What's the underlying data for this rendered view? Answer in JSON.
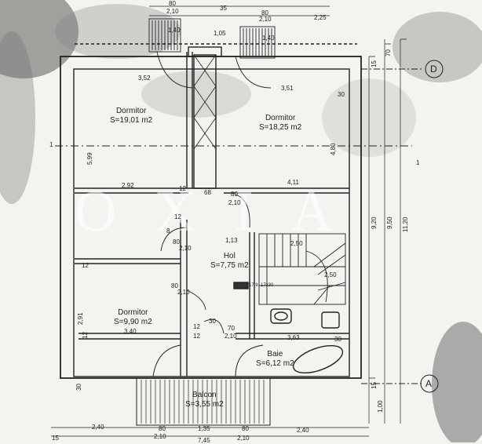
{
  "watermark": "OXIA",
  "rooms": {
    "dormitor_nw": {
      "name": "Dormitor",
      "area": "S=19,01 m2"
    },
    "dormitor_ne": {
      "name": "Dormitor",
      "area": "S=18,25 m2"
    },
    "hol": {
      "name": "Hol",
      "area": "S=7,75 m2"
    },
    "dormitor_sw": {
      "name": "Dormitor",
      "area": "S=9,90 m2"
    },
    "baie": {
      "name": "Baie",
      "area": "S=6,12 m2"
    },
    "balcon": {
      "name": "Balcon",
      "area": "S=3,55 m2"
    }
  },
  "top_dims": {
    "row1": [
      "80",
      "35",
      "80"
    ],
    "row2": [
      "2,10",
      "2,10",
      "2,25"
    ],
    "inner": [
      "1,40",
      "1,05",
      "1,40"
    ]
  },
  "interior_dims": {
    "d1": "3,52",
    "d2": "3,51",
    "d3": "30",
    "d4": "2,92",
    "d5": "12",
    "d6": "68",
    "d7": "80",
    "d8": "2,10",
    "d9": "4,11",
    "d10": "12",
    "d11": "8",
    "d12": "80",
    "d13": "2,10",
    "d14": "1,13",
    "d15": "2,50",
    "d16": "12",
    "d17": "80",
    "d18": "2,10",
    "d19": "2,50",
    "d20": "3,40",
    "d21": "12",
    "d22": "12",
    "d23": "30",
    "d24": "70",
    "d25": "2,10",
    "d26": "3,63",
    "d27": "30"
  },
  "vertical_dims": {
    "v1": "5,99",
    "v2": "4,80",
    "v3": "2,91",
    "v4": "12",
    "v5": "30",
    "v6": "9,20",
    "v7": "9,50",
    "v8": "11,20",
    "v9": "70",
    "v10": "15",
    "v11": "15",
    "v12": "1,00"
  },
  "stair_note": "17 tr. 17x30",
  "bottom_dims": {
    "row1": [
      "2,40",
      "80",
      "1,35",
      "80",
      "2,40"
    ],
    "row2": [
      "2,10",
      "2,10"
    ],
    "row3": [
      "7,45"
    ],
    "left": "15"
  },
  "axes": {
    "top": "D",
    "bottom": "A",
    "section_left": "1",
    "section_right": "1"
  }
}
